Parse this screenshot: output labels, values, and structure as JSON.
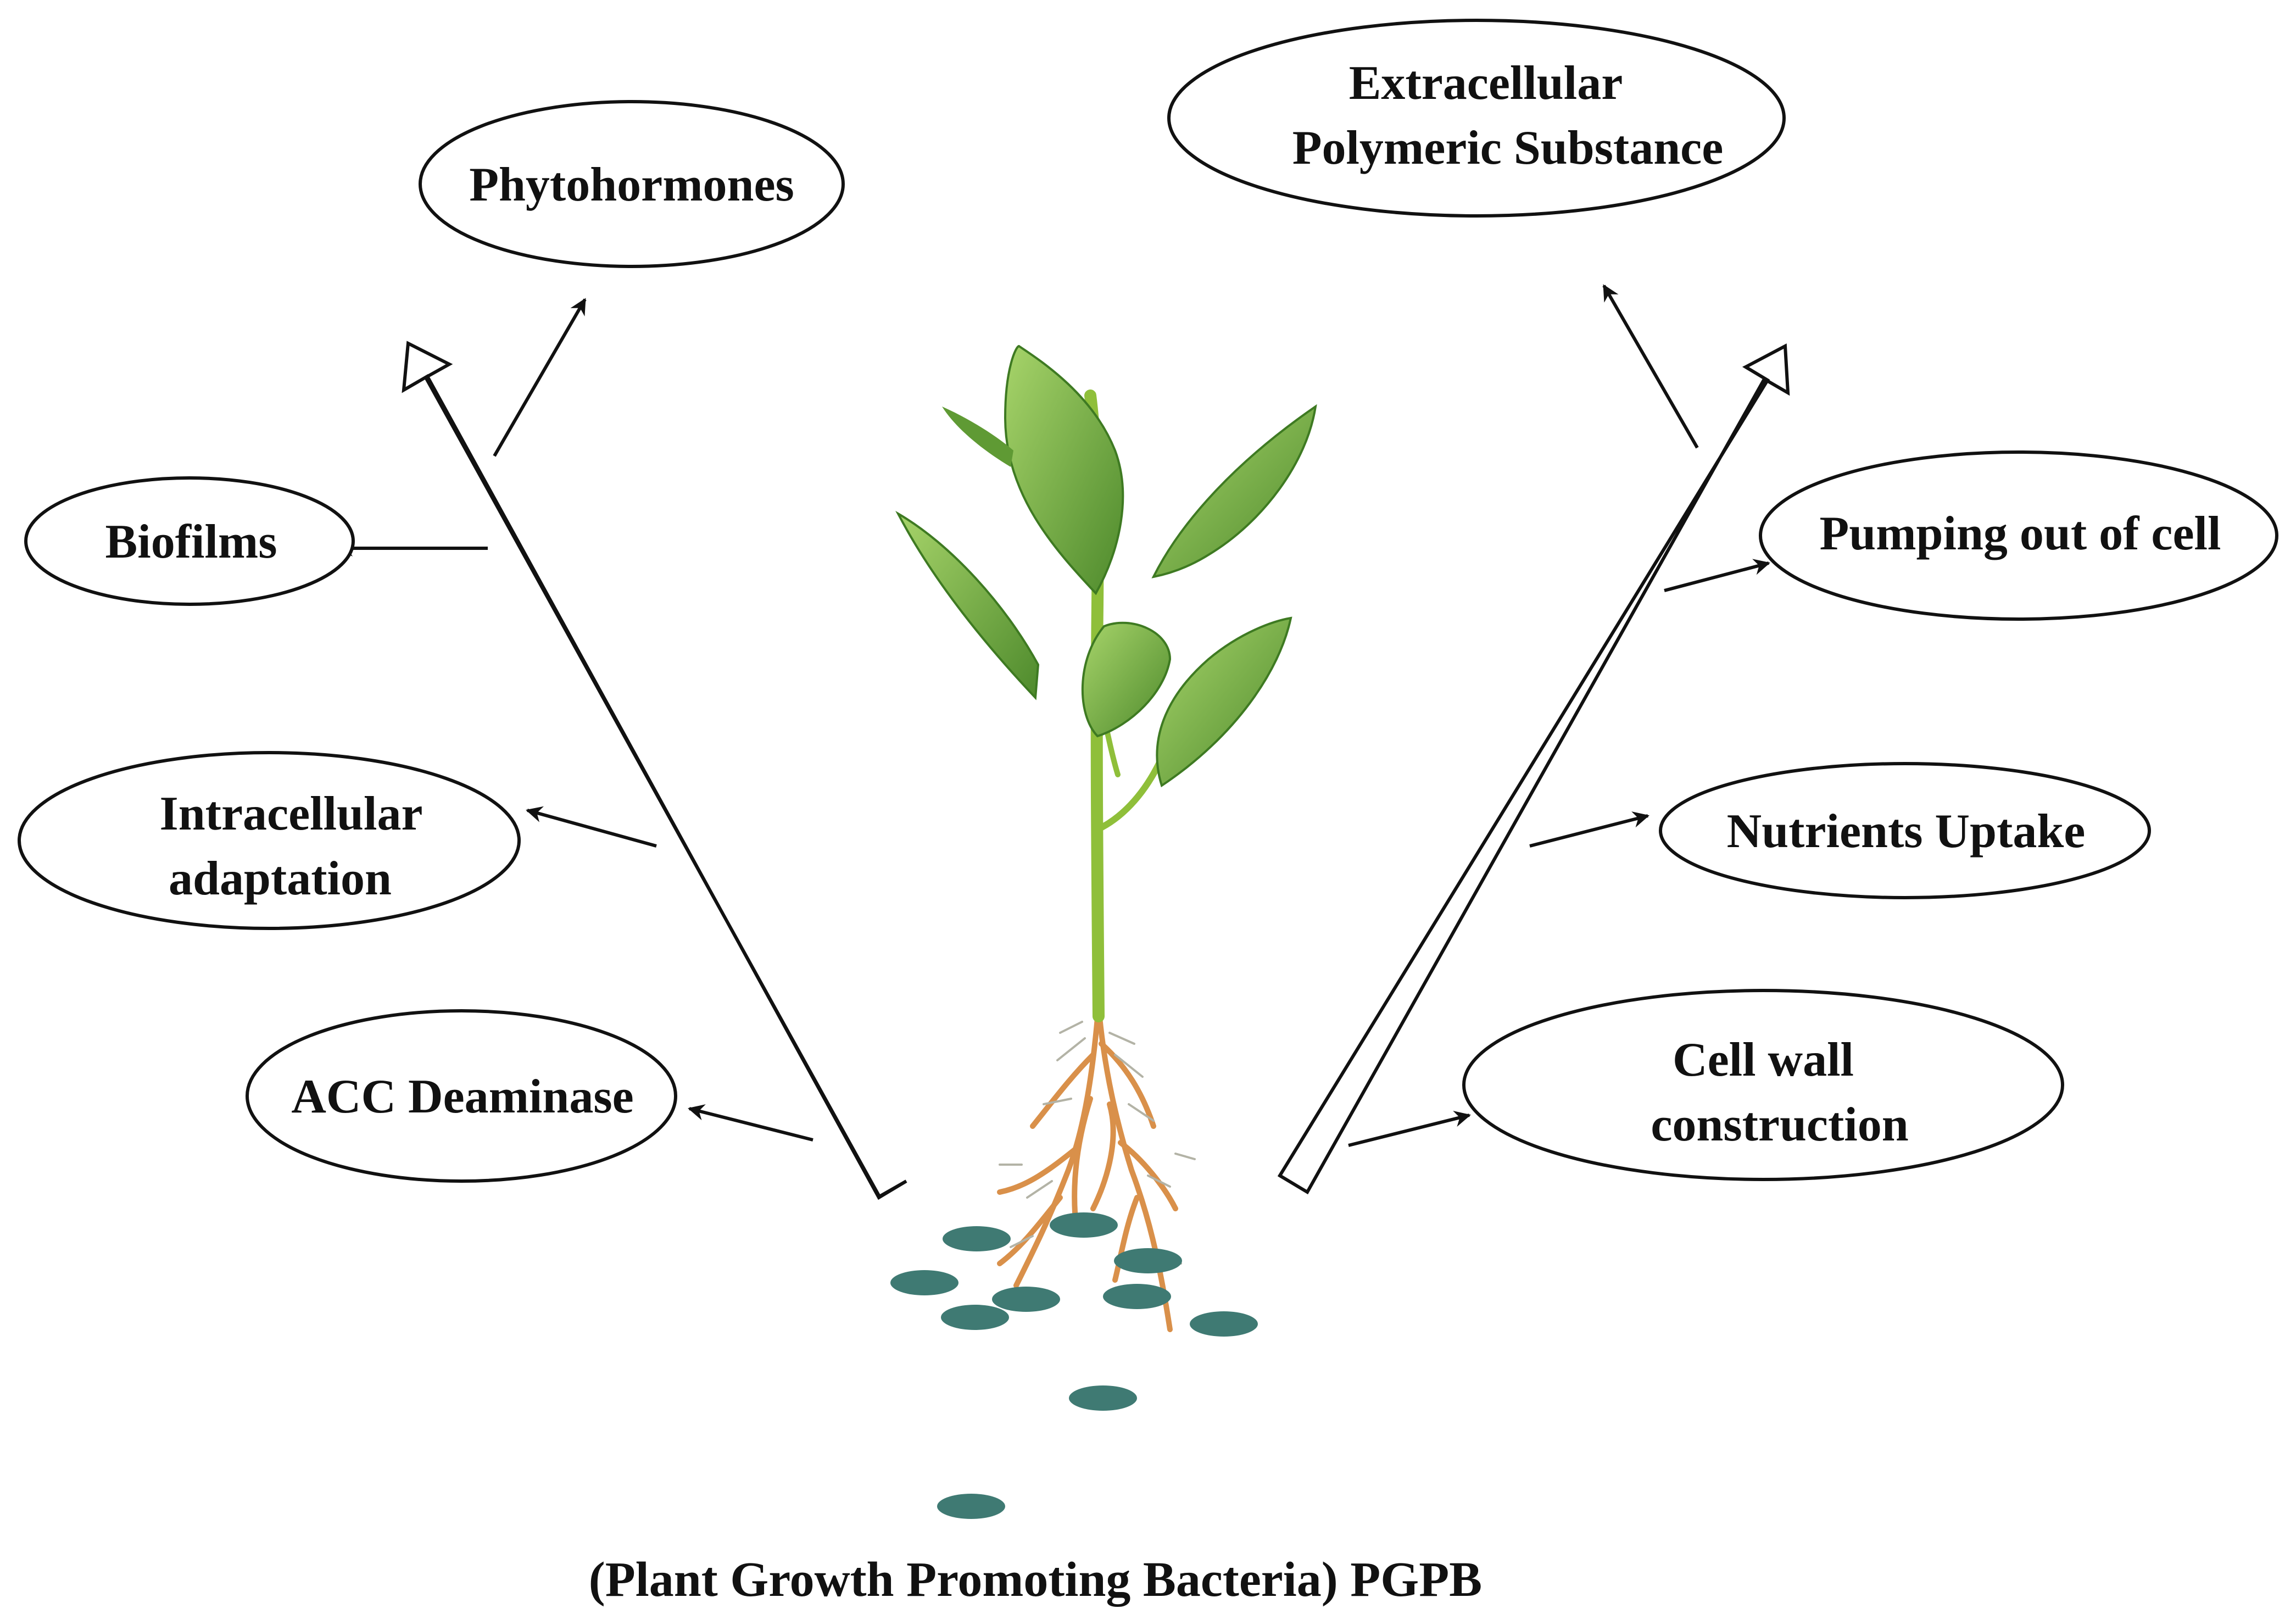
{
  "nodes": {
    "phytohormones": "Phytohormones",
    "biofilms": "Biofilms",
    "intracellular_line1": "Intracellular",
    "intracellular_line2": "adaptation",
    "acc": "ACC Deaminase",
    "eps_line1": "Extracellular",
    "eps_line2": "Polymeric Substance",
    "pumping": "Pumping out of cell",
    "nutrients": "Nutrients Uptake",
    "cellwall_line1": "Cell wall",
    "cellwall_line2": "construction"
  },
  "caption": "(Plant Growth Promoting Bacteria) PGPB",
  "colors": {
    "bacteria": "#3f7a73",
    "leaf": "#7bb342",
    "leaf_dark": "#4e8a2c",
    "stem": "#8fbf3a",
    "root": "#d9904a"
  }
}
